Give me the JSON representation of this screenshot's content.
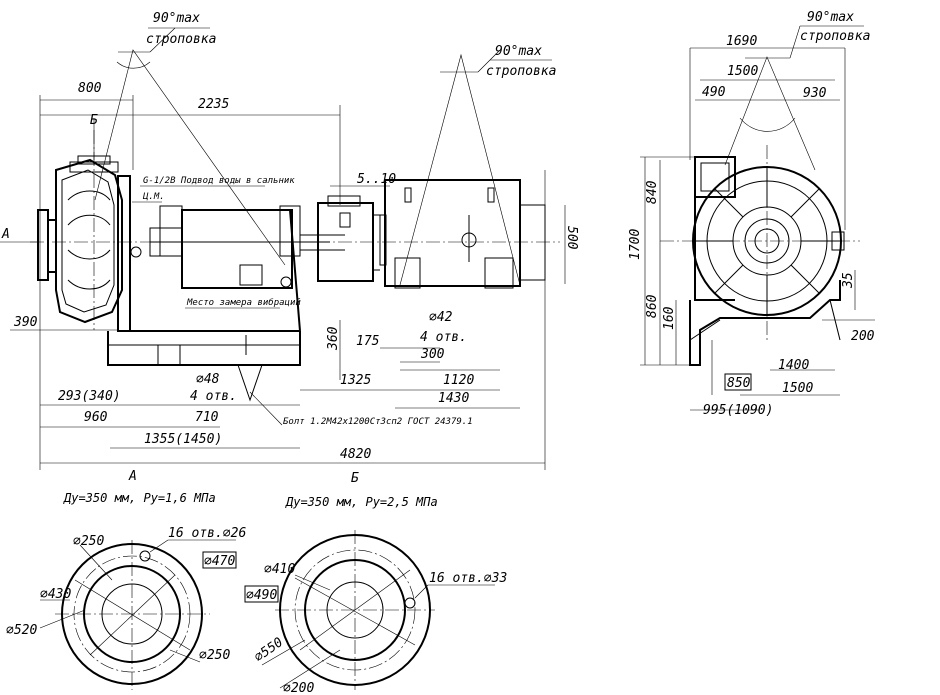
{
  "sling": {
    "left": {
      "angle": "90°max",
      "text": "строповка"
    },
    "mid": {
      "angle": "90°max",
      "text": "строповка"
    },
    "right": {
      "angle": "90°max",
      "text": "строповка"
    }
  },
  "front_view": {
    "dims_top": [
      "800",
      "2235",
      "5..10"
    ],
    "section_marks": {
      "b_top": "Б",
      "a_left": "А"
    },
    "notes": {
      "water": "G-1/2В Подвод воды в сальник",
      "cm": "Ц.М.",
      "vibration": "Место замера вибраций",
      "bolt": "Болт 1.2М42х1200Ст3сп2 ГОСТ 24379.1"
    },
    "dims_left": [
      "390"
    ],
    "dims_right": [
      "500"
    ],
    "dims_mid": [
      "360",
      "175",
      "⌀42",
      "4 отв.",
      "300"
    ],
    "dims_bottom": [
      "1325",
      "1120",
      "1430",
      "⌀48",
      "4 отв.",
      "293(340)",
      "960",
      "710",
      "1355(1450)",
      "4820"
    ],
    "bottom_labels": {
      "a": "А",
      "b": "Б"
    }
  },
  "side_view": {
    "dims_top": [
      "1690",
      "1500",
      "490",
      "930"
    ],
    "dims_left": [
      "1700",
      "840",
      "860",
      "160"
    ],
    "dims_right": [
      "35",
      "200"
    ],
    "dims_bottom": [
      "1400",
      "1500",
      "850",
      "995(1090)"
    ]
  },
  "flange_a": {
    "title": "Ду=350 мм, Ру=1,6 МПа",
    "holes": "16 отв.⌀26",
    "labels": [
      "⌀250",
      "⌀470",
      "⌀430",
      "⌀520",
      "⌀250"
    ]
  },
  "flange_b": {
    "title": "Ду=350 мм, Ру=2,5 МПа",
    "holes": "16 отв.⌀33",
    "labels": [
      "⌀410",
      "⌀490",
      "⌀550",
      "⌀200"
    ]
  }
}
